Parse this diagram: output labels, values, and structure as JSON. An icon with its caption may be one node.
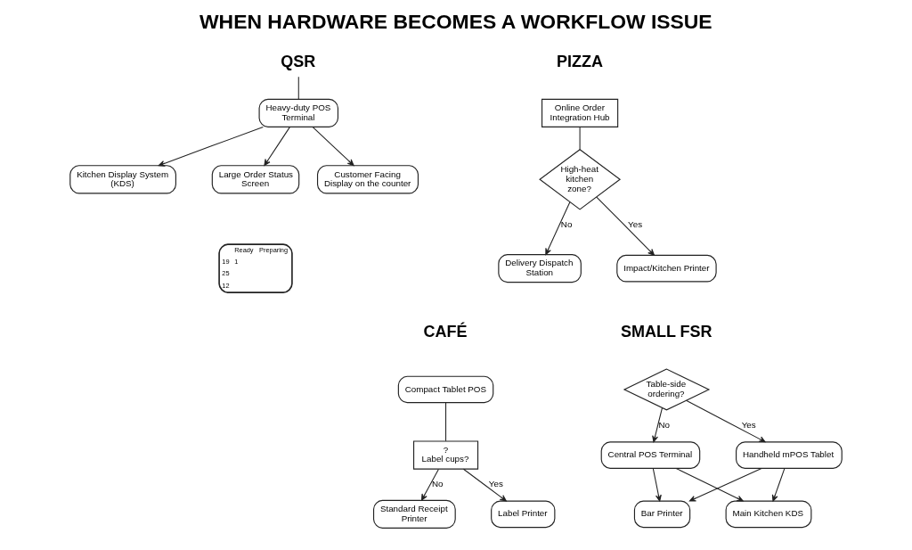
{
  "diagram": {
    "title": "WHEN HARDWARE BECOMES A WORKFLOW ISSUE",
    "nodes": [
      {
        "text": [
          "QSR"
        ]
      },
      {
        "text": [
          "Heavy-duty POS Terminal"
        ]
      },
      {
        "text": [
          "Customer Facing Display on the counter"
        ]
      },
      {
        "text": [
          "Kitchen Display System (KDS)"
        ]
      },
      {
        "text": [
          "Large Order Status Screen"
        ]
      },
      {
        "text": [
          "Online Order Integration Hub"
        ]
      },
      {
        "text": [
          "High-heat kitchen zone?"
        ]
      },
      {
        "text": [
          "Delivery Dispatch Station"
        ]
      },
      {
        "text": [
          "Impact/Kitchen Printer"
        ]
      },
      {
        "text": [
          "Compact Tablet POS"
        ]
      },
      {
        "text": [
          "?",
          "Label cups?"
        ]
      },
      {
        "text": [
          "Standard Receipt Printer"
        ]
      },
      {
        "text": [
          "Label Printer"
        ]
      },
      {
        "text": [
          "Table-side ordering?"
        ]
      },
      {
        "text": [
          "Central POS Terminal"
        ]
      },
      {
        "text": [
          "Handheld mPOS Tablet"
        ]
      },
      {
        "text": [
          "Bar Printer"
        ]
      },
      {
        "text": [
          "Main Kitchen KDS"
        ]
      }
    ],
    "edges": [
      {
        "from": 0,
        "to": 1,
        "arrow": "none"
      },
      {
        "from": 1,
        "to": 2,
        "arrow": "to"
      },
      {
        "from": 1,
        "to": 3,
        "arrow": "to"
      },
      {
        "from": 1,
        "to": 4,
        "arrow": "to"
      },
      {
        "from": 5,
        "to": 6,
        "arrow": "none"
      },
      {
        "from": 6,
        "to": 7,
        "arrow": "to",
        "label": "No"
      },
      {
        "from": 6,
        "to": 8,
        "arrow": "to",
        "label": "Yes"
      },
      {
        "from": 9,
        "to": 10,
        "arrow": "none"
      },
      {
        "from": 10,
        "to": 11,
        "arrow": "to",
        "label": "No"
      },
      {
        "from": 10,
        "to": 12,
        "arrow": "to",
        "label": "Yes"
      },
      {
        "from": 13,
        "to": 14,
        "arrow": "to",
        "label": "No"
      },
      {
        "from": 13,
        "to": 15,
        "arrow": "to",
        "label": "Yes"
      },
      {
        "from": 14,
        "to": 16,
        "arrow": "to"
      },
      {
        "from": 14,
        "to": 17,
        "arrow": "to"
      },
      {
        "from": 15,
        "to": 16,
        "arrow": "to"
      },
      {
        "from": 15,
        "to": 17,
        "arrow": "to"
      }
    ],
    "labels": [
      "PIZZA",
      "Ready",
      "Preparing",
      "19",
      "1",
      "25",
      "12",
      "CAFÉ",
      "SMALL FSR"
    ]
  }
}
